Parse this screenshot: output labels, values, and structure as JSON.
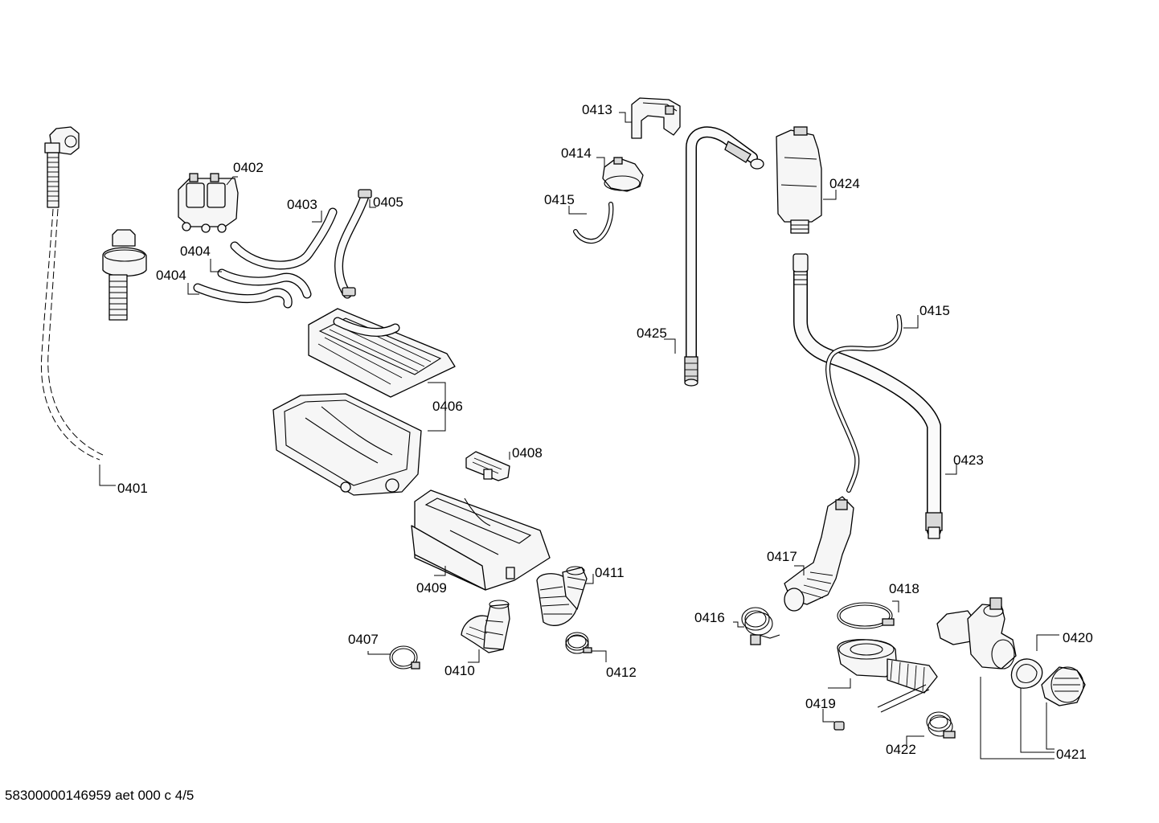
{
  "footer": "58300000146959 aet 000 c 4/5",
  "labels": {
    "p0401": "0401",
    "p0402": "0402",
    "p0403": "0403",
    "p0404a": "0404",
    "p0404b": "0404",
    "p0405": "0405",
    "p0406": "0406",
    "p0407": "0407",
    "p0408": "0408",
    "p0409": "0409",
    "p0410": "0410",
    "p0411": "0411",
    "p0412": "0412",
    "p0413": "0413",
    "p0414": "0414",
    "p0415a": "0415",
    "p0415b": "0415",
    "p0416": "0416",
    "p0417": "0417",
    "p0418": "0418",
    "p0419": "0419",
    "p0420": "0420",
    "p0421": "0421",
    "p0422": "0422",
    "p0423": "0423",
    "p0424": "0424",
    "p0425": "0425"
  }
}
